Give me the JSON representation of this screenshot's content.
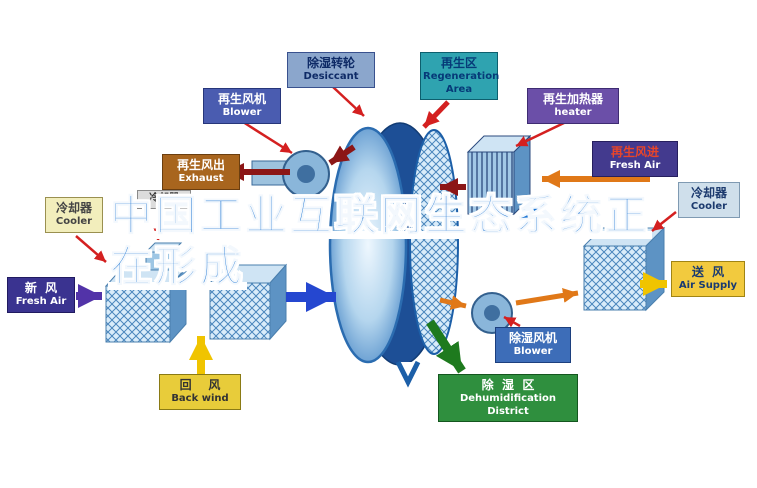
{
  "watermark": {
    "line1": "中国工业互联网生态系统正",
    "line2": "在形成"
  },
  "labels": {
    "desiccant": {
      "zh": "除湿转轮",
      "en": "Desiccant"
    },
    "regeneration_area": {
      "zh": "再生区",
      "en": "Regeneration Area"
    },
    "regen_blower": {
      "zh": "再生风机",
      "en": "Blower"
    },
    "regen_heater": {
      "zh": "再生加热器",
      "en": "heater"
    },
    "exhaust": {
      "zh": "再生风出",
      "en": "Exhaust"
    },
    "cooler_left": {
      "zh": "冷却器",
      "en": "Cooler"
    },
    "cooler_mid": {
      "zh": "冷却器"
    },
    "fresh_air_left": {
      "zh": "新  风",
      "en": "Fresh Air"
    },
    "regen_fresh_in": {
      "zh": "再生风进",
      "en": "Fresh Air"
    },
    "cooler_right": {
      "zh": "冷却器",
      "en": "Cooler"
    },
    "air_supply": {
      "zh": "送  风",
      "en": "Air Supply"
    },
    "dehumid_blower": {
      "zh": "除湿风机",
      "en": "Blower"
    },
    "back_wind": {
      "zh": "回    风",
      "en": "Back wind"
    },
    "dehumid_district": {
      "zh": "除  湿  区",
      "en": "Dehumidification District"
    }
  },
  "colors": {
    "darkred": "#8c1616",
    "red": "#d42020",
    "orange": "#e07818",
    "yellow": "#f0c400",
    "blue": "#2547d0",
    "purple": "#5233a8",
    "green": "#1e7a1e",
    "watermark": "#1b74d3"
  }
}
